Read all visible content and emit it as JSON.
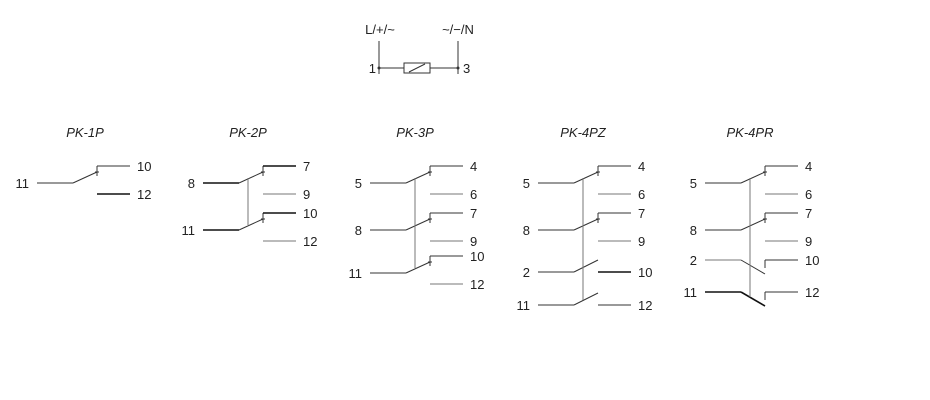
{
  "coil": {
    "left_label": "L/+/~",
    "right_label": "~/−/N",
    "pin_left": "1",
    "pin_right": "3"
  },
  "relays": [
    {
      "title": "PK-1P",
      "contacts": [
        {
          "type": "changeover",
          "common": "11",
          "no": "10",
          "nc": "12"
        }
      ]
    },
    {
      "title": "PK-2P",
      "contacts": [
        {
          "type": "changeover",
          "common": "8",
          "no": "7",
          "nc": "9"
        },
        {
          "type": "changeover",
          "common": "11",
          "no": "10",
          "nc": "12"
        }
      ]
    },
    {
      "title": "PK-3P",
      "contacts": [
        {
          "type": "changeover",
          "common": "5",
          "no": "4",
          "nc": "6"
        },
        {
          "type": "changeover",
          "common": "8",
          "no": "7",
          "nc": "9"
        },
        {
          "type": "changeover",
          "common": "11",
          "no": "10",
          "nc": "12"
        }
      ]
    },
    {
      "title": "PK-4PZ",
      "contacts": [
        {
          "type": "changeover",
          "common": "5",
          "no": "4",
          "nc": "6"
        },
        {
          "type": "changeover",
          "common": "8",
          "no": "7",
          "nc": "9"
        },
        {
          "type": "make",
          "common": "2",
          "no": "10"
        },
        {
          "type": "make",
          "common": "11",
          "no": "12"
        }
      ]
    },
    {
      "title": "PK-4PR",
      "contacts": [
        {
          "type": "changeover",
          "common": "5",
          "no": "4",
          "nc": "6"
        },
        {
          "type": "changeover",
          "common": "8",
          "no": "7",
          "nc": "9"
        },
        {
          "type": "break",
          "common": "2",
          "no": "10"
        },
        {
          "type": "break",
          "common": "11",
          "no": "12"
        }
      ]
    }
  ]
}
